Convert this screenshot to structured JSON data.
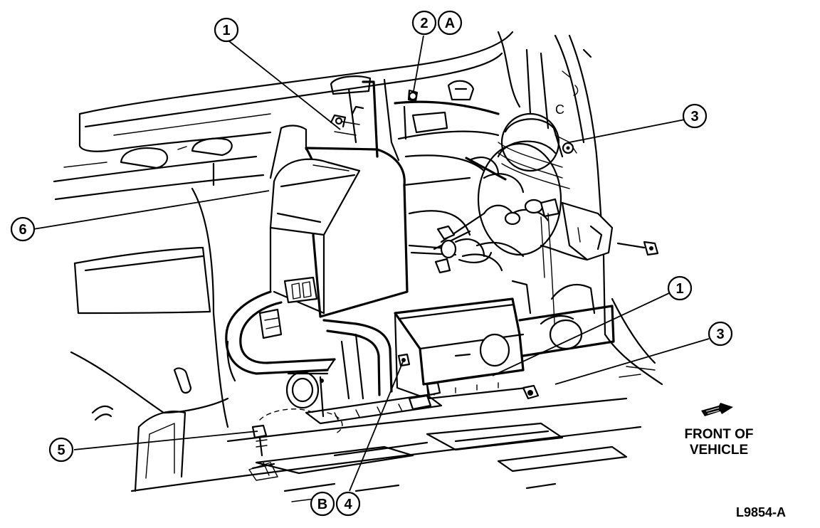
{
  "callouts": {
    "c1_top": "1",
    "c2": "2",
    "cA": "A",
    "c3_top": "3",
    "c6": "6",
    "c1_mid": "1",
    "c3_mid": "3",
    "c5": "5",
    "cB": "B",
    "c4": "4"
  },
  "front_label": {
    "line1": "FRONT OF",
    "line2": "VEHICLE"
  },
  "ref_code": "L9854-A",
  "part_letter_c": "C"
}
